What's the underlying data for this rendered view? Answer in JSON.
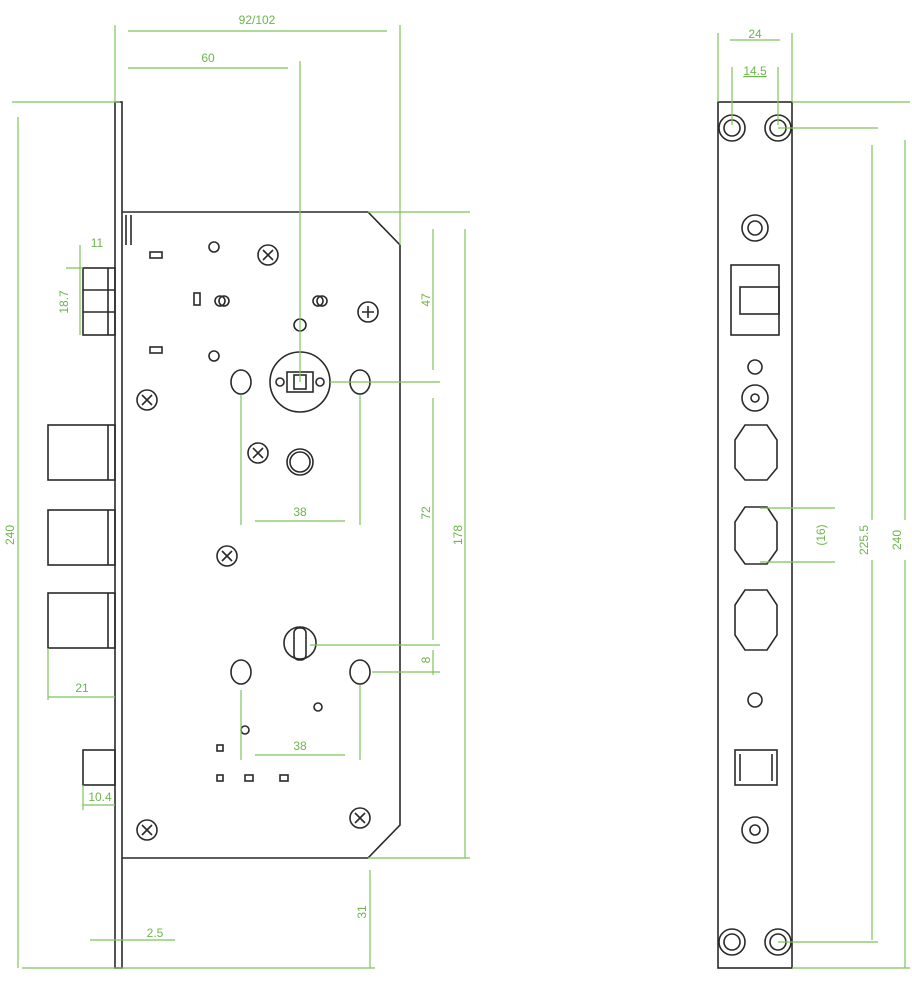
{
  "title": "Mortise lock body dimension drawing",
  "front_view": {
    "dims": {
      "overall_width": "92/102",
      "backset": "60",
      "latch_offset": "11",
      "latch_height": "18.7",
      "faceplate_height": "240",
      "top_to_spindle": "47",
      "spindle_hole_spacing": "38",
      "spindle_to_cylinder": "72",
      "case_height": "178",
      "cylinder_offset": "8",
      "bolt_throw": "21",
      "cylinder_hole_spacing": "38",
      "aux_latch": "10.4",
      "bottom_margin": "31",
      "faceplate_thickness": "2.5"
    }
  },
  "side_view": {
    "dims": {
      "plate_width": "24",
      "screw_spacing": "14.5",
      "bolt_height": "(16)",
      "screw_center_distance": "225.5",
      "plate_height": "240"
    }
  }
}
